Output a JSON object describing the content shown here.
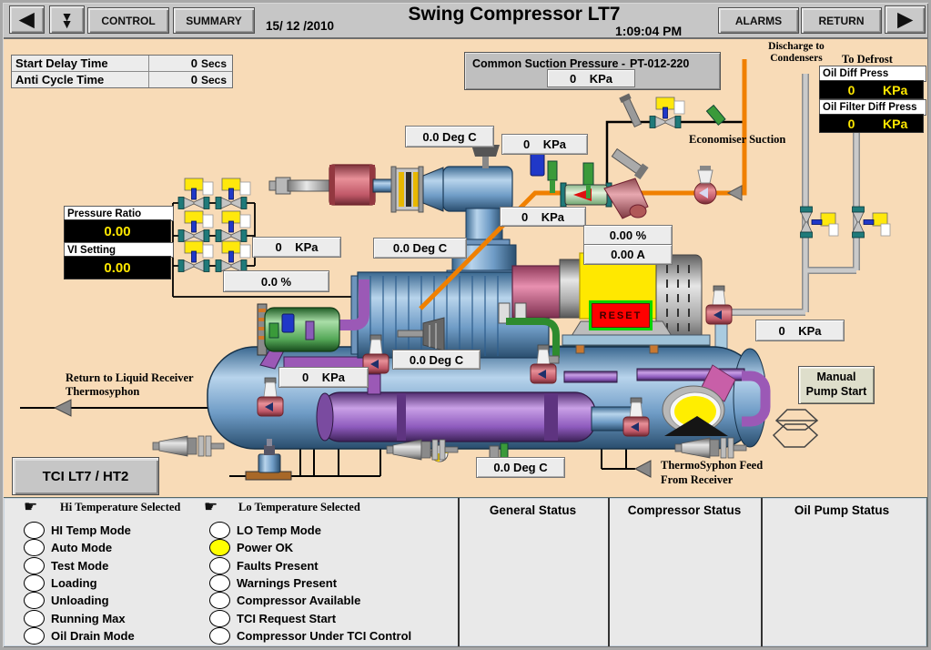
{
  "header": {
    "title": "Swing Compressor LT7",
    "date": "15/ 12 /2010",
    "time": "1:09:04 PM",
    "control": "CONTROL",
    "summary": "SUMMARY",
    "alarms": "ALARMS",
    "return": "RETURN",
    "back_glyph": "◀",
    "forward_glyph": "▶",
    "down_glyph": "▼"
  },
  "timers": {
    "rows": [
      {
        "label": "Start Delay Time",
        "value": "0",
        "unit": "Secs"
      },
      {
        "label": "Anti Cycle Time",
        "value": "0",
        "unit": "Secs"
      }
    ]
  },
  "common_suction": {
    "label": "Common Suction Pressure -",
    "tag": "PT-012-220",
    "value": "0    KPa"
  },
  "oil_diff": {
    "label": "Oil Diff Press",
    "value": "0",
    "unit": "KPa"
  },
  "oil_filter_diff": {
    "label": "Oil Filter Diff Press",
    "value": "0",
    "unit": "KPa"
  },
  "pressure_ratio": {
    "label": "Pressure Ratio",
    "value": "0.00"
  },
  "vi_setting": {
    "label": "VI Setting",
    "value": "0.00"
  },
  "gauges": {
    "discharge_temp": "0.0 Deg C",
    "discharge_press": "0    KPa",
    "economiser_press": "0    KPa",
    "suction_press": "0    KPa",
    "oil_temp": "0.0 Deg C",
    "slide_position": "0.0 %",
    "motor_load": "0.00 %",
    "motor_current": "0.00 A",
    "oil_manifold_press": "0    KPa",
    "separator_press": "0    KPa",
    "separator_temp": "0.0 Deg C",
    "oil_cooler_temp": "0.0 Deg C"
  },
  "pipe_labels": {
    "discharge_to_condensers": "Discharge to Condensers",
    "to_defrost": "To Defrost",
    "economiser_suction": "Economiser Suction",
    "return_line1": "Return to Liquid Receiver",
    "return_line2": "Thermosyphon",
    "thermosyphon_line1": "ThermoSyphon Feed",
    "thermosyphon_line2": "From Receiver"
  },
  "buttons": {
    "reset": "RESET",
    "manual_pump_start_line1": "Manual",
    "manual_pump_start_line2": "Pump Start",
    "tci": "TCI LT7 / HT2"
  },
  "status_panel": {
    "hi_header": "Hi Temperature Selected",
    "lo_header": "Lo Temperature Selected",
    "hand_glyph": "☛",
    "hi_items": [
      {
        "label": "HI Temp Mode",
        "on": false
      },
      {
        "label": "Auto Mode",
        "on": false
      },
      {
        "label": "Test Mode",
        "on": false
      },
      {
        "label": "Loading",
        "on": false
      },
      {
        "label": "Unloading",
        "on": false
      },
      {
        "label": "Running Max",
        "on": false
      },
      {
        "label": "Oil Drain Mode",
        "on": false
      }
    ],
    "lo_items": [
      {
        "label": "LO Temp Mode",
        "on": false
      },
      {
        "label": "Power OK",
        "on": true
      },
      {
        "label": "Faults Present",
        "on": false
      },
      {
        "label": "Warnings Present",
        "on": false
      },
      {
        "label": "Compressor Available",
        "on": false
      },
      {
        "label": "TCI Request Start",
        "on": false
      },
      {
        "label": "Compressor Under TCI Control",
        "on": false
      }
    ],
    "columns": [
      "General Status",
      "Compressor Status",
      "Oil Pump Status"
    ]
  },
  "colors": {
    "lamp_on": "#FFFF00",
    "lamp_off": "#FFFFFF",
    "accent_orange": "#F08000",
    "alarm_red": "#FF0000",
    "reset_border": "#00D400",
    "display_text": "#FFE800"
  }
}
